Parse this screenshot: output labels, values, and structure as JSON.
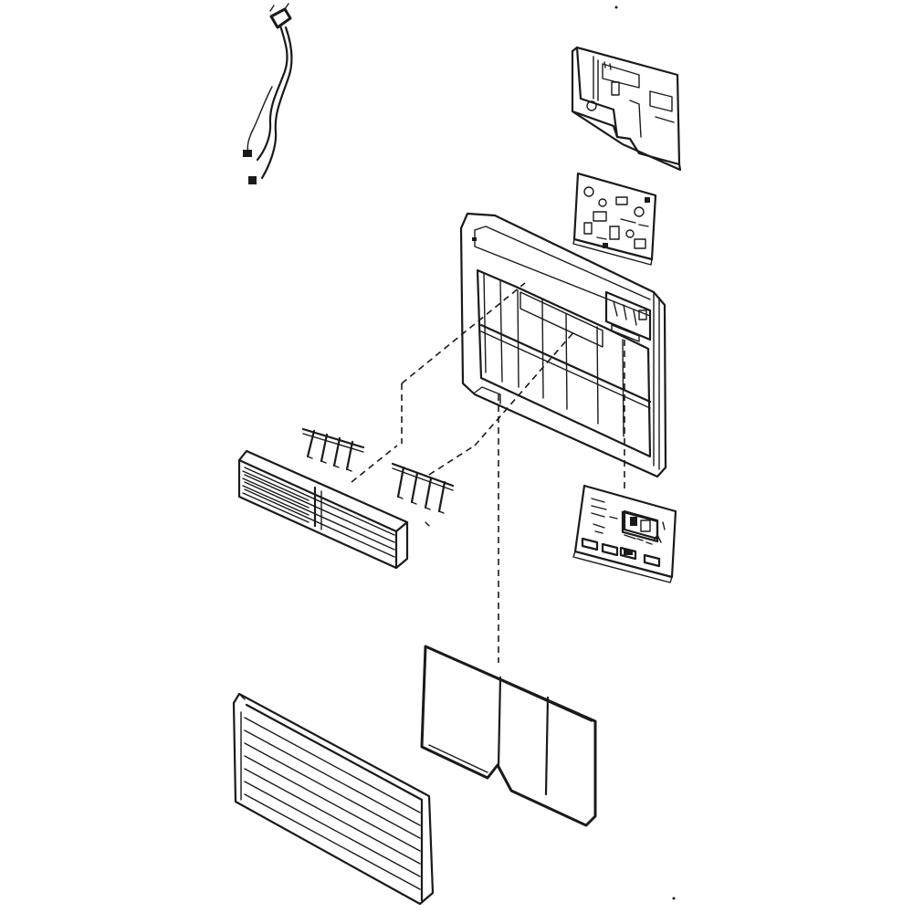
{
  "diagram": {
    "kind": "exploded parts view",
    "colors": {
      "line": "#1a1a1a",
      "paper": "#ffffff",
      "shade": "#e9e9e9"
    },
    "parts": [
      {
        "id": "wire-harness",
        "icon": "wire-harness-icon"
      },
      {
        "id": "control-box-cover",
        "icon": "control-box-icon"
      },
      {
        "id": "pcb-board",
        "icon": "circuit-board-icon"
      },
      {
        "id": "front-frame",
        "icon": "front-frame-icon"
      },
      {
        "id": "louver-assembly",
        "icon": "louver-icon"
      },
      {
        "id": "louver-link-left",
        "icon": "link-bracket-icon"
      },
      {
        "id": "louver-link-right",
        "icon": "link-bracket-icon"
      },
      {
        "id": "control-panel-label",
        "icon": "control-panel-icon"
      },
      {
        "id": "air-filter",
        "icon": "filter-mesh-icon"
      },
      {
        "id": "intake-grille",
        "icon": "grille-icon"
      }
    ]
  }
}
